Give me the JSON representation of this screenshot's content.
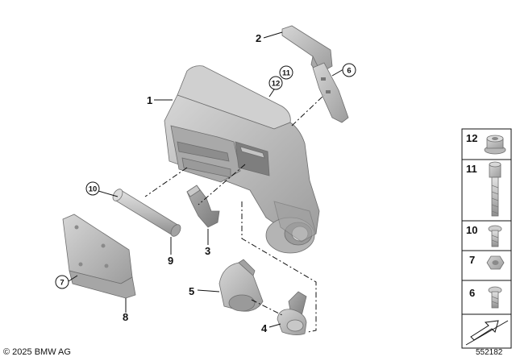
{
  "callouts": {
    "c1": "1",
    "c2": "2",
    "c3": "3",
    "c4": "4",
    "c5": "5",
    "c6": "6",
    "c7": "7",
    "c8": "8",
    "c9": "9",
    "c10": "10",
    "c11": "11",
    "c12": "12"
  },
  "sidebar": {
    "items": [
      {
        "label": "12"
      },
      {
        "label": "11"
      },
      {
        "label": "10"
      },
      {
        "label": "7"
      },
      {
        "label": "6"
      }
    ]
  },
  "footer": {
    "copyright": "© 2025 BMW AG",
    "diagram_id": "552182"
  },
  "colors": {
    "part_fill": "#bdbdbd",
    "part_dark": "#8f8f8f",
    "part_light": "#dedede",
    "line": "#111111"
  }
}
